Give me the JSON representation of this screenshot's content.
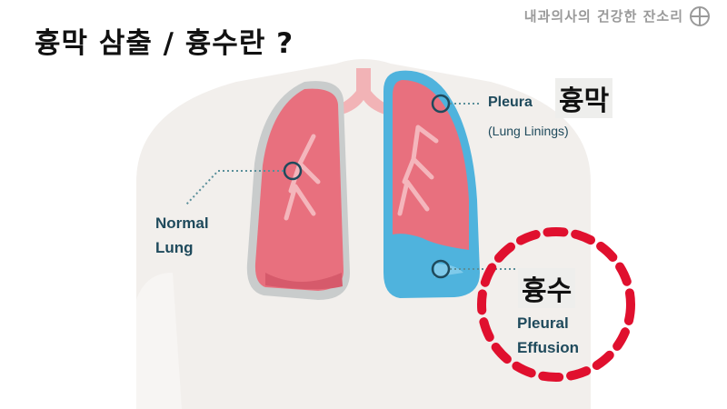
{
  "title": "흉막 삼출 / 흉수란 ?",
  "brand": {
    "text": "내과의사의 건강한 잔소리",
    "icon": "crosshair-circle-icon"
  },
  "labels": {
    "normal_lung": {
      "line1": "Normal",
      "line2": "Lung"
    },
    "pleura": {
      "en": "Pleura",
      "sub": "(Lung Linings)",
      "kr": "흉막"
    },
    "effusion": {
      "kr": "흉수",
      "line1": "Pleural",
      "line2": "Effusion"
    }
  },
  "colors": {
    "lung": "#e8707e",
    "lung_dark": "#d65a6b",
    "pleura_normal": "#c9cccc",
    "fluid": "#4fb3dd",
    "marker": "#1f4a5c",
    "highlight_circle": "#e0102e",
    "body": "#f2efec"
  }
}
